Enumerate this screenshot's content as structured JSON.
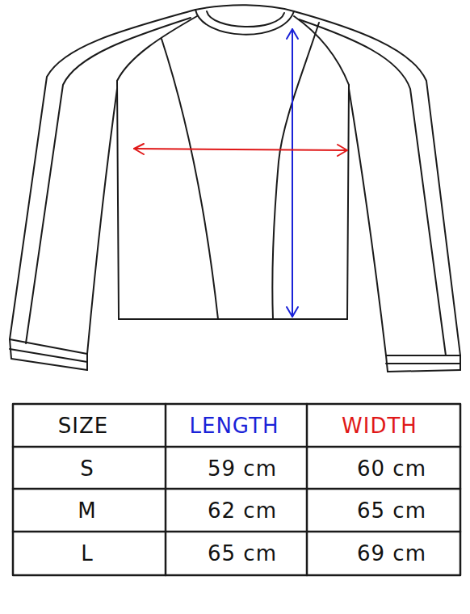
{
  "diagram": {
    "labels": [
      "SIZE",
      "LENGTH",
      "WIDTH",
      "S",
      "59 cm",
      "60 cm",
      "M",
      "62 cm",
      "65 cm",
      "L",
      "65 cm",
      "69 cm"
    ]
  }
}
